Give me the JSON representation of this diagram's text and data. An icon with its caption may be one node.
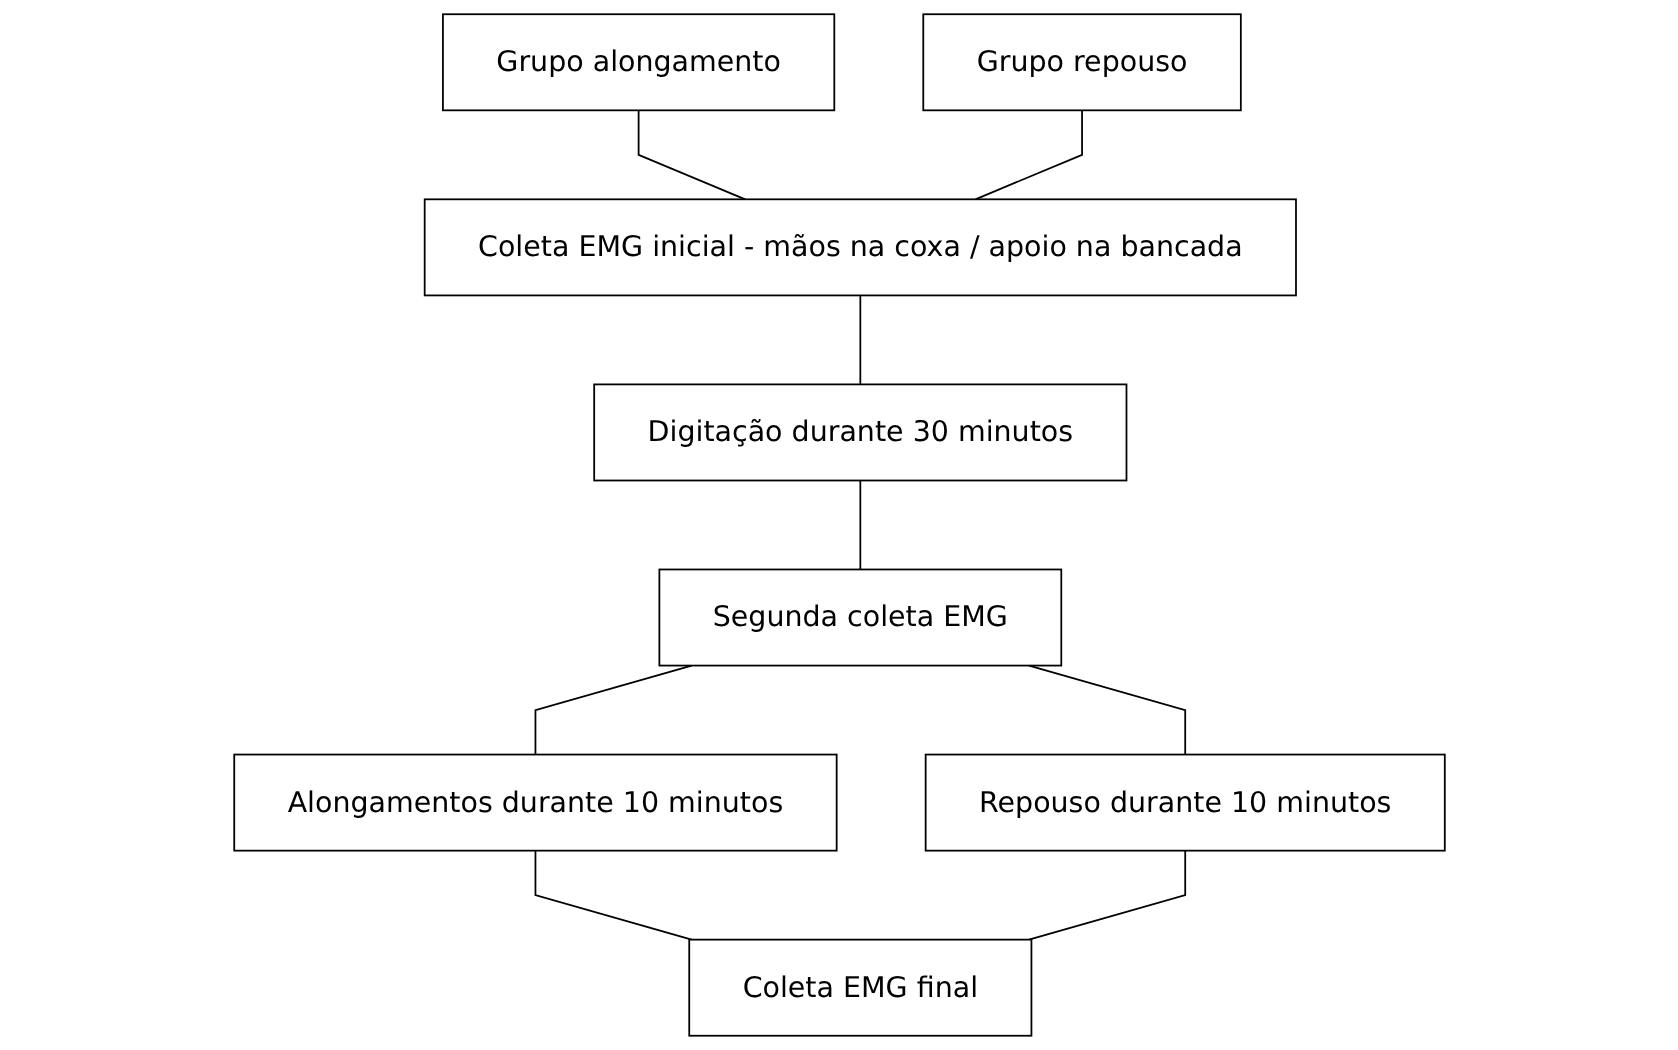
{
  "diagram": {
    "nodes": [
      {
        "text": [
          "Grupo alongamento"
        ]
      },
      {
        "text": [
          "Grupo repouso"
        ]
      },
      {
        "text": [
          "Coleta EMG inicial - mãos na coxa / apoio na bancada"
        ]
      },
      {
        "text": [
          "Digitação durante 30 minutos"
        ]
      },
      {
        "text": [
          "Segunda coleta EMG"
        ]
      },
      {
        "text": [
          "Alongamentos durante 10 minutos"
        ]
      },
      {
        "text": [
          "Repouso durante 10 minutos"
        ]
      },
      {
        "text": [
          "Coleta EMG final"
        ]
      }
    ],
    "edges": [
      {
        "from": 0,
        "to": 2,
        "arrow": "none"
      },
      {
        "from": 1,
        "to": 2,
        "arrow": "none"
      },
      {
        "from": 2,
        "to": 3,
        "arrow": "none"
      },
      {
        "from": 3,
        "to": 4,
        "arrow": "none"
      },
      {
        "from": 4,
        "to": 5,
        "arrow": "none"
      },
      {
        "from": 4,
        "to": 6,
        "arrow": "none"
      },
      {
        "from": 5,
        "to": 7,
        "arrow": "none"
      },
      {
        "from": 6,
        "to": 7,
        "arrow": "none"
      }
    ]
  }
}
